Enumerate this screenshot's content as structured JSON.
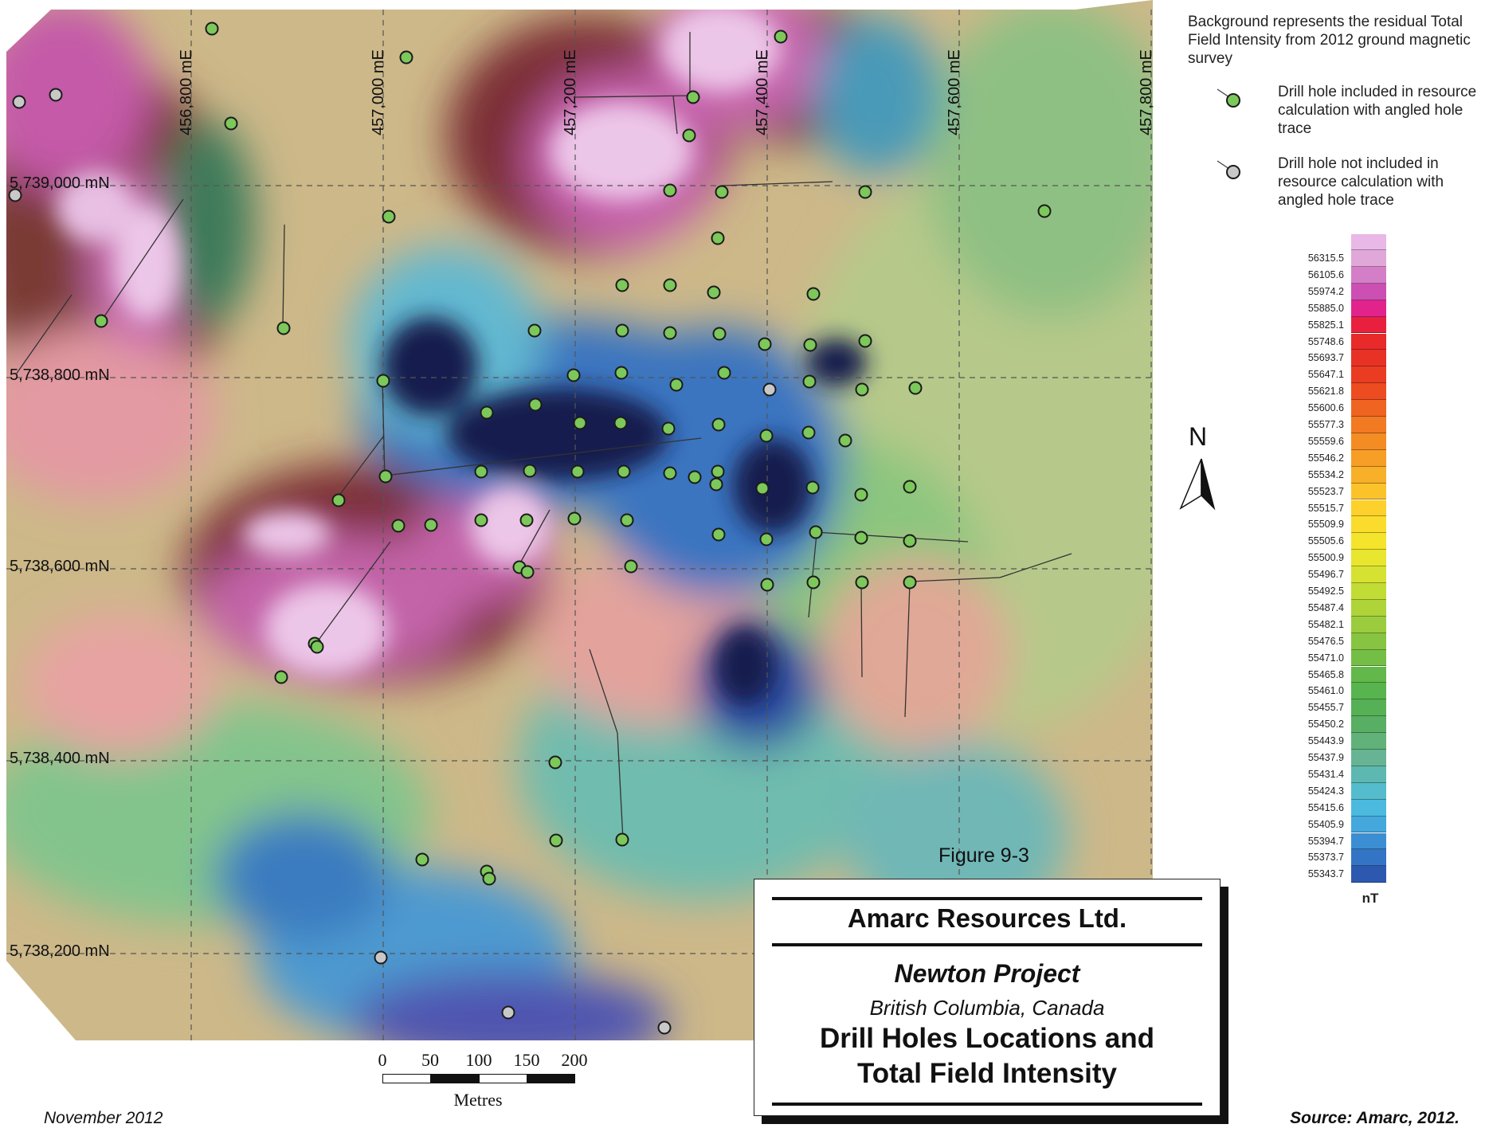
{
  "map": {
    "eastings": [
      "456,800 mE",
      "457,000 mE",
      "457,200 mE",
      "457,400 mE",
      "457,600 mE",
      "457,800 mE"
    ],
    "northings": [
      "5,739,000 mN",
      "5,738,800 mN",
      "5,738,600 mN",
      "5,738,400 mN",
      "5,738,200 mN"
    ],
    "colors": {
      "hole_included": "#7cc85a",
      "hole_not_included": "#c8c8c8",
      "low_field": "#1a1f55",
      "high_field": "#e9b8e6"
    }
  },
  "legend": {
    "background_note": "Background represents the residual Total Field Intensity from 2012 ground magnetic survey",
    "included_label": "Drill hole included in resource calculation with angled hole trace",
    "not_included_label": "Drill hole not included in resource calculation with angled hole trace"
  },
  "north_arrow": {
    "label": "N"
  },
  "colorbar": {
    "unit": "nT",
    "values": [
      "56315.5",
      "56105.6",
      "55974.2",
      "55885.0",
      "55825.1",
      "55748.6",
      "55693.7",
      "55647.1",
      "55621.8",
      "55600.6",
      "55577.3",
      "55559.6",
      "55546.2",
      "55534.2",
      "55523.7",
      "55515.7",
      "55509.9",
      "55505.6",
      "55500.9",
      "55496.7",
      "55492.5",
      "55487.4",
      "55482.1",
      "55476.5",
      "55471.0",
      "55465.8",
      "55461.0",
      "55455.7",
      "55450.2",
      "55443.9",
      "55437.9",
      "55431.4",
      "55424.3",
      "55415.6",
      "55405.9",
      "55394.7",
      "55373.7",
      "55343.7"
    ],
    "colors": [
      "#e0a8d8",
      "#d57ec8",
      "#cc4fb4",
      "#e2238c",
      "#e8203e",
      "#e82a2a",
      "#e83226",
      "#ea3c22",
      "#ec4c20",
      "#ef6420",
      "#f17a22",
      "#f48c24",
      "#f69e26",
      "#f8b028",
      "#fbc22a",
      "#fdd02c",
      "#fbdc2c",
      "#f5e42c",
      "#e8e62e",
      "#d6e232",
      "#c2dc36",
      "#aed43a",
      "#9acc3e",
      "#86c442",
      "#74be46",
      "#62b84a",
      "#58b44e",
      "#56b056",
      "#58ae62",
      "#60b27a",
      "#66b494",
      "#5cb8b0",
      "#54bccc",
      "#4cbade",
      "#44a8dc",
      "#3c8ed2",
      "#3474c4",
      "#2c58b0"
    ]
  },
  "scale_bar": {
    "ticks": [
      "0",
      "50",
      "100",
      "150",
      "200"
    ],
    "units": "Metres"
  },
  "figure_label": "Figure 9-3",
  "title_block": {
    "company": "Amarc Resources Ltd.",
    "project": "Newton Project",
    "region": "British Columbia, Canada",
    "title_line1": "Drill Holes Locations and",
    "title_line2": "Total Field Intensity"
  },
  "footer": {
    "date": "November 2012",
    "source": "Source: Amarc, 2012."
  }
}
